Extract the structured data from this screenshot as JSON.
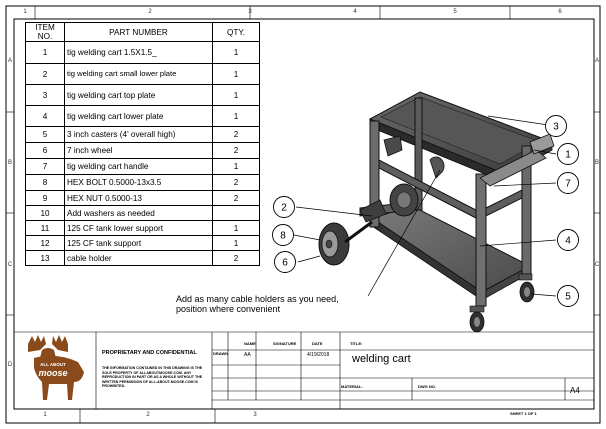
{
  "frame": {
    "zones_top": [
      "1",
      "2",
      "3",
      "4",
      "5",
      "6"
    ],
    "zones_bottom": [
      "1",
      "2",
      "3"
    ],
    "zones_side": [
      "A",
      "B",
      "C",
      "D"
    ]
  },
  "bom": {
    "headers": [
      "ITEM NO.",
      "PART NUMBER",
      "QTY."
    ],
    "rows": [
      {
        "no": "1",
        "part": "tig welding cart 1.5X1.5_",
        "qty": "1"
      },
      {
        "no": "2",
        "part": "tig welding cart small lower plate",
        "qty": "1"
      },
      {
        "no": "3",
        "part": "tig welding cart top plate",
        "qty": "1"
      },
      {
        "no": "4",
        "part": "tig welding cart lower plate",
        "qty": "1"
      },
      {
        "no": "5",
        "part": "3 inch casters (4' overall high)",
        "qty": "2"
      },
      {
        "no": "6",
        "part": "7 inch wheel",
        "qty": "2"
      },
      {
        "no": "7",
        "part": "tig welding cart handle",
        "qty": "1"
      },
      {
        "no": "8",
        "part": "HEX BOLT 0.5000-13x3.5",
        "qty": "2"
      },
      {
        "no": "9",
        "part": "HEX NUT 0.5000-13",
        "qty": "2"
      },
      {
        "no": "10",
        "part": "Add washers as needed",
        "qty": ""
      },
      {
        "no": "11",
        "part": "125 CF tank lower support",
        "qty": "1"
      },
      {
        "no": "12",
        "part": "125 CF tank support",
        "qty": "1"
      },
      {
        "no": "13",
        "part": "cable holder",
        "qty": "2"
      }
    ]
  },
  "balloons": [
    "1",
    "2",
    "3",
    "4",
    "5",
    "6",
    "7",
    "8"
  ],
  "note": {
    "line1": "Add as many cable holders as you need,",
    "line2": "position where convenient"
  },
  "logo": {
    "line1": "ALL ABOUT",
    "line2": "moose"
  },
  "title_block": {
    "proprietary_heading": "PROPRIETARY AND CONFIDENTIAL",
    "proprietary_text": "THE INFORMATION CONTAINED IN THIS DRAWING IS THE SOLE PROPERTY OF ALLABOUTMOOSE.COM. ANY REPRODUCTION IN PART OR AS A WHOLE WITHOUT THE WRITTEN PERMISSION OF ALL-ABOUT-MOOSE.COM IS PROHIBITED.",
    "drawn_label": "DRAWN",
    "name_label": "NAME",
    "signature_label": "SIGNATURE",
    "date_label": "DATE",
    "title_label": "TITLE:",
    "drawn_name": "AA",
    "date": "4/19/2018",
    "title": "welding cart",
    "material_label": "MATERIAL:",
    "dwg_label": "DWG NO.",
    "size": "A4",
    "sheet": "SHEET 1 OF 1"
  }
}
